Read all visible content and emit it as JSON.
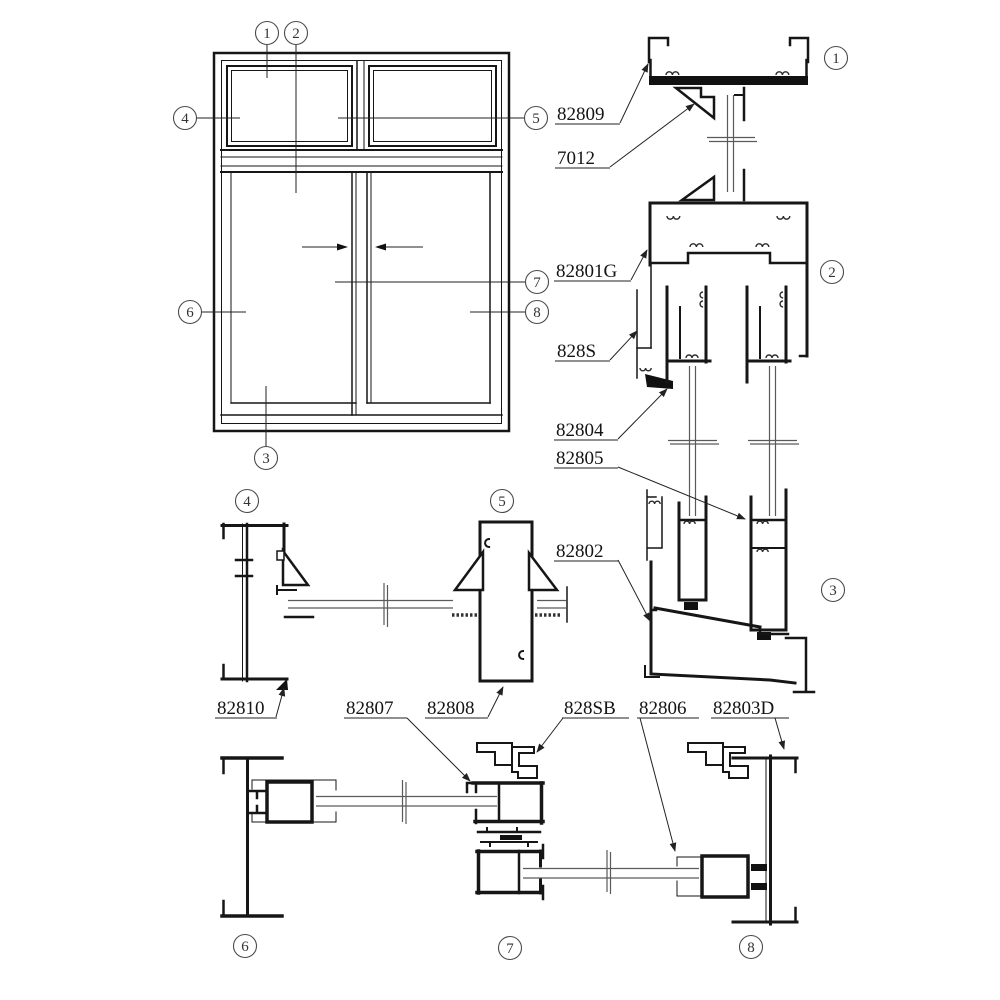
{
  "labels": {
    "l82809": "82809",
    "l7012": "7012",
    "l82801G": "82801G",
    "l828S": "828S",
    "l82804": "82804",
    "l82805": "82805",
    "l82802": "82802",
    "l82810": "82810",
    "l82807": "82807",
    "l82808": "82808",
    "l828SB": "828SB",
    "l82806": "82806",
    "l82803D": "82803D"
  },
  "markers": {
    "m1": "1",
    "m2": "2",
    "m3": "3",
    "m4": "4",
    "m5": "5",
    "m6": "6",
    "m7": "7",
    "m8": "8"
  },
  "colors": {
    "line": "#161616",
    "glass": "#5a5a5a",
    "background": "#ffffff"
  }
}
